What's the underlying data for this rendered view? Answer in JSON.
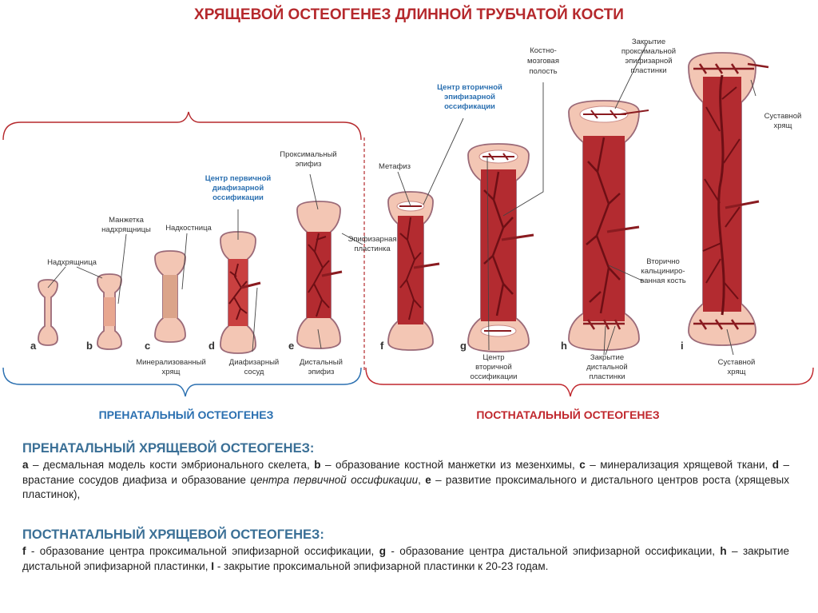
{
  "title": "ХРЯЩЕВОЙ ОСТЕОГЕНЕЗ ДЛИННОЙ ТРУБЧАТОЙ КОСТИ",
  "colors": {
    "title": "#b5282c",
    "prenatal": "#2a6fb0",
    "postnatal": "#c0272d",
    "heading": "#3a6f96",
    "bone_red": "#a3232a",
    "cartilage": "#f2c2b1"
  },
  "stages": {
    "a": "a",
    "b": "b",
    "c": "c",
    "d": "d",
    "e": "e",
    "f": "f",
    "g": "g",
    "h": "h",
    "i": "i"
  },
  "labels": {
    "nadkhryashchnitsa": "Надхрящница",
    "manzhetka_1": "Манжетка",
    "manzhetka_2": "надхрящницы",
    "nadkostnitsa": "Надкостница",
    "mineral_1": "Минерализованный",
    "mineral_2": "хрящ",
    "center_primary_1": "Центр первичной",
    "center_primary_2": "диафизарной",
    "center_primary_3": "оссификации",
    "diafiz_vessel_1": "Диафизарный",
    "diafiz_vessel_2": "сосуд",
    "prox_epifiz_1": "Проксимальный",
    "prox_epifiz_2": "эпифиз",
    "epifiz_plate_1": "Эпифизарная",
    "epifiz_plate_2": "пластинка",
    "dist_epifiz_1": "Дистальный",
    "dist_epifiz_2": "эпифиз",
    "metafiz": "Метафиз",
    "center_secondary_1": "Центр вторичной",
    "center_secondary_2": "эпифизарной",
    "center_secondary_3": "оссификации",
    "marrow_1": "Костно-",
    "marrow_2": "мозговая",
    "marrow_3": "полость",
    "close_prox_1": "Закрытие",
    "close_prox_2": "проксимальной",
    "close_prox_3": "эпифизарной",
    "close_prox_4": "пластинки",
    "artic_top_1": "Суставной",
    "artic_top_2": "хрящ",
    "secondary_calc_1": "Вторично",
    "secondary_calc_2": "кальциниро-",
    "secondary_calc_3": "ванная кость",
    "center_g_1": "Центр",
    "center_g_2": "вторичной",
    "center_g_3": "оссификации",
    "close_dist_1": "Закрытие",
    "close_dist_2": "дистальной",
    "close_dist_3": "пластинки",
    "artic_bottom_1": "Суставной",
    "artic_bottom_2": "хрящ"
  },
  "periods": {
    "prenatal": "ПРЕНАТАЛЬНЫЙ ОСТЕОГЕНЕЗ",
    "postnatal": "ПОСТНАТАЛЬНЫЙ ОСТЕОГЕНЕЗ"
  },
  "prenatal_desc": {
    "heading": "ПРЕНАТАЛЬНЫЙ ХРЯЩЕВОЙ ОСТЕОГЕНЕЗ:",
    "a_letter": "а",
    "a_text": " – десмальная модель кости эмбрионального скелета,   ",
    "b_letter": "b",
    "b_text": " – образование костной манжетки из мезенхимы,   ",
    "c_letter": "c",
    "c_text": " – минерализация хрящевой ткани,  ",
    "d_letter": "d",
    "d_text": " – врастание сосудов диафиза и образование ",
    "d_italic": "центра первичной оссификации",
    "d_text2": ",  ",
    "e_letter": "e",
    "e_text": " – развитие проксимального и дистального центров роста  (хрящевых пластинок),"
  },
  "postnatal_desc": {
    "heading": "ПОСТНАТАЛЬНЫЙ ХРЯЩЕВОЙ ОСТЕОГЕНЕЗ:",
    "f_letter": "f",
    "f_text": " -  образование центра проксимальной эпифизарной  оссификации,  ",
    "g_letter": "g",
    "g_text": " - образование центра дистальной эпифизарной оссификации, ",
    "h_letter": "h",
    "h_text": " – закрытие дистальной эпифизарной пластинки,  ",
    "i_letter": "I",
    "i_text": " - закрытие проксимальной эпифизарной пластинки к 20-23 годам."
  }
}
